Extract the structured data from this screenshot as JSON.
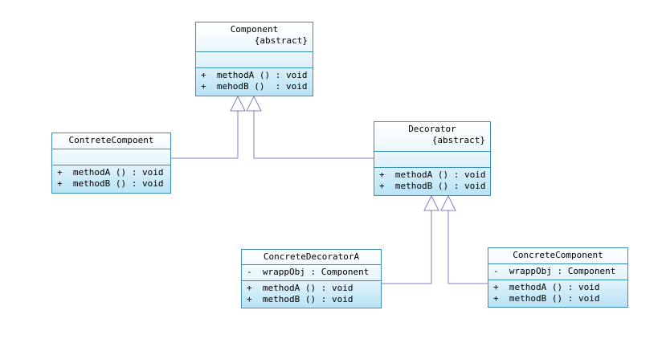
{
  "colors": {
    "line": "#8080c0",
    "border": "#3a8fb7",
    "fill_top": "#ffffff",
    "fill_bottom": "#b9e3f5"
  },
  "classes": {
    "component": {
      "name": "Component",
      "stereotype": "{abstract}",
      "attributes": [],
      "operations": [
        "+  methodA () : void",
        "+  mehodB ()  : void"
      ]
    },
    "contrete_compoent": {
      "name": "ContreteCompoent",
      "stereotype": "",
      "attributes": [],
      "operations": [
        "+  methodA () : void",
        "+  methodB () : void"
      ]
    },
    "decorator": {
      "name": "Decorator",
      "stereotype": "{abstract}",
      "attributes": [],
      "operations": [
        "+  methodA () : void",
        "+  methodB () : void"
      ]
    },
    "concrete_decorator_a": {
      "name": "ConcreteDecoratorA",
      "stereotype": "",
      "attributes": [
        "-  wrappObj : Component"
      ],
      "operations": [
        "+  methodA () : void",
        "+  methodB () : void"
      ]
    },
    "concrete_component": {
      "name": "ConcreteComponent",
      "stereotype": "",
      "attributes": [
        "-  wrappObj : Component"
      ],
      "operations": [
        "+  methodA () : void",
        "+  methodB () : void"
      ]
    }
  },
  "relations": [
    {
      "type": "generalization",
      "from": "ContreteCompoent",
      "to": "Component"
    },
    {
      "type": "generalization",
      "from": "Decorator",
      "to": "Component"
    },
    {
      "type": "generalization",
      "from": "ConcreteDecoratorA",
      "to": "Decorator"
    },
    {
      "type": "generalization",
      "from": "ConcreteComponent",
      "to": "Decorator"
    }
  ]
}
